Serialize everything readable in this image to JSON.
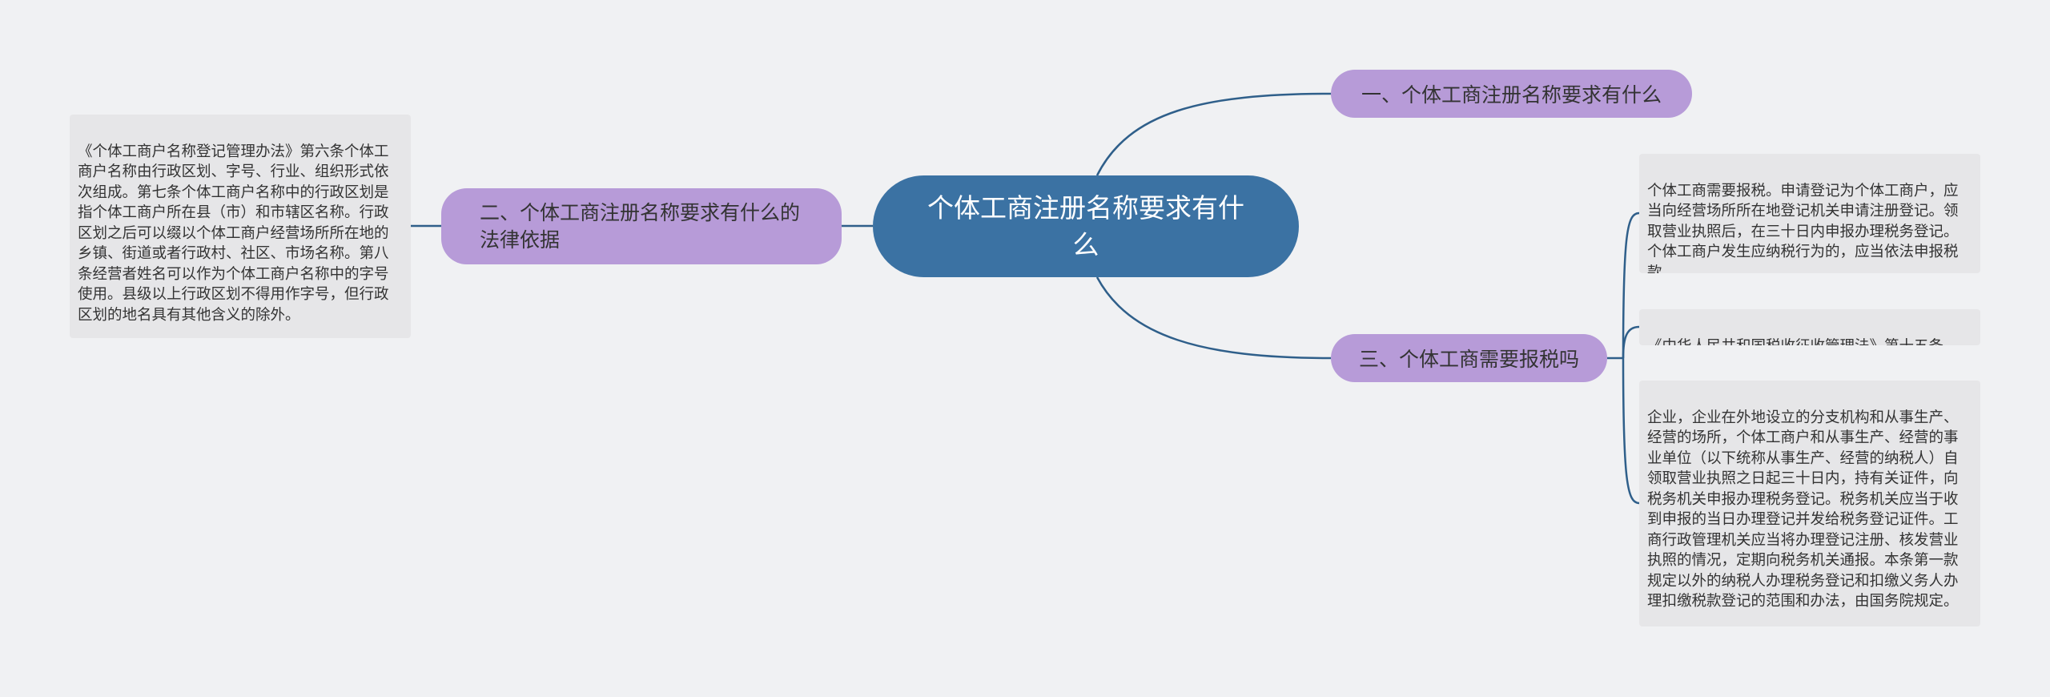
{
  "root": {
    "title": "个体工商注册名称要求有什么"
  },
  "branches": [
    {
      "label": "一、个体工商注册名称要求有什么"
    },
    {
      "label": "二、个体工商注册名称要求有什么的法律依据"
    },
    {
      "label": "三、个体工商需要报税吗"
    }
  ],
  "leaves": {
    "legal_basis": "《个体工商户名称登记管理办法》第六条个体工商户名称由行政区划、字号、行业、组织形式依次组成。第七条个体工商户名称中的行政区划是指个体工商户所在县（市）和市辖区名称。行政区划之后可以缀以个体工商户经营场所所在地的乡镇、街道或者行政村、社区、市场名称。第八条经营者姓名可以作为个体工商户名称中的字号使用。县级以上行政区划不得用作字号，但行政区划的地名具有其他含义的除外。",
    "tax_1": "个体工商需要报税。申请登记为个体工商户，应当向经营场所所在地登记机关申请注册登记。领取营业执照后，在三十日内申报办理税务登记。个体工商户发生应纳税行为的，应当依法申报税款。",
    "tax_2": "《中华人民共和国税收征收管理法》第十五条",
    "tax_3": "企业，企业在外地设立的分支机构和从事生产、经营的场所，个体工商户和从事生产、经营的事业单位（以下统称从事生产、经营的纳税人）自领取营业执照之日起三十日内，持有关证件，向税务机关申报办理税务登记。税务机关应当于收到申报的当日办理登记并发给税务登记证件。工商行政管理机关应当将办理登记注册、核发营业执照的情况，定期向税务机关通报。本条第一款规定以外的纳税人办理税务登记和扣缴义务人办理扣缴税款登记的范围和办法，由国务院规定。"
  },
  "colors": {
    "background": "#f0f1f3",
    "root": "#3b72a3",
    "branch": "#b79bd8",
    "leaf": "#e6e6e8",
    "connector": "#2f5f8a"
  }
}
